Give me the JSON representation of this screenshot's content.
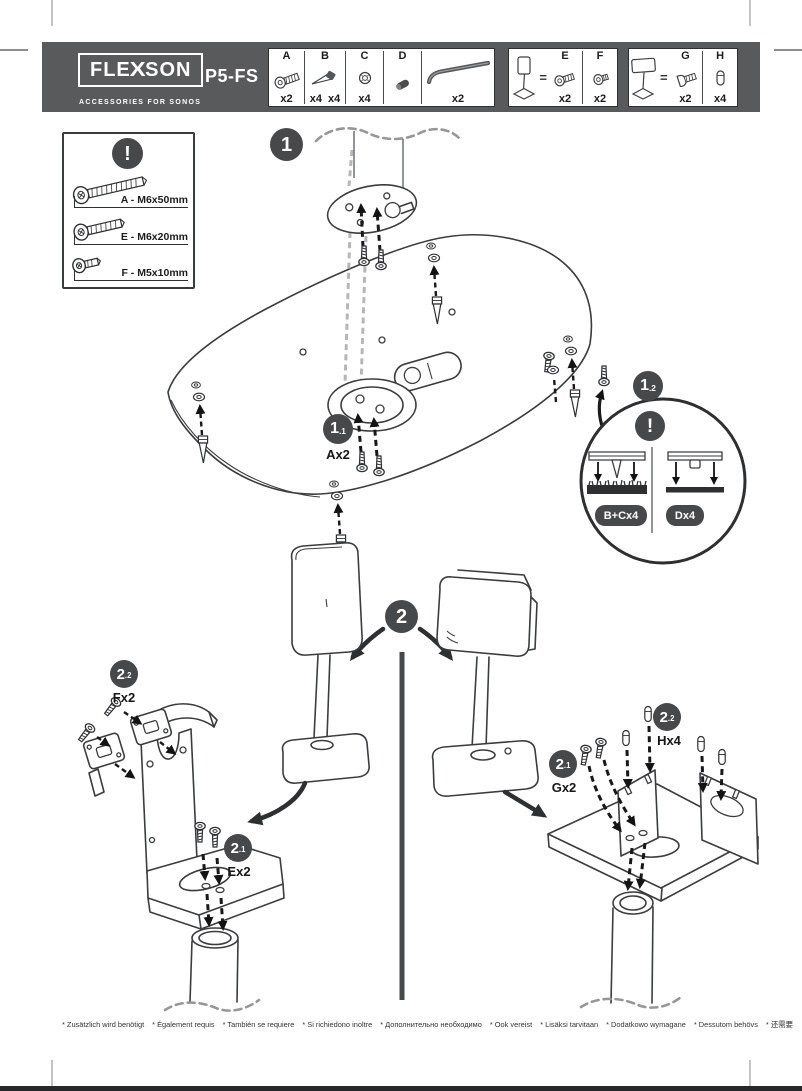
{
  "header": {
    "logo_pre": "FLE",
    "logo_x": "X",
    "logo_post": "SON",
    "tagline": "ACCESSORIES FOR SONOS",
    "model": "P5-FS",
    "kit1": {
      "a_label": "A",
      "a_count": "x2",
      "b_label": "B",
      "b_count1": "x4",
      "b_count2": "x4",
      "c_label": "C",
      "c_count": "x4",
      "d_label": "D",
      "key_count": "x2"
    },
    "kit2": {
      "equals": "=",
      "e_label": "E",
      "e_count": "x2",
      "f_label": "F",
      "f_count": "x2"
    },
    "kit3": {
      "equals": "=",
      "g_label": "G",
      "g_count": "x2",
      "h_label": "H",
      "h_count": "x4"
    }
  },
  "hardware_note": {
    "alert": "!",
    "rows": [
      {
        "label": "A - M6x50mm"
      },
      {
        "label": "E - M6x20mm"
      },
      {
        "label": "F - M5x10mm"
      }
    ]
  },
  "step1": {
    "badge": "1",
    "s11_num": "1",
    "s11_sub": ".1",
    "s11_qty": "Ax2",
    "s12_num": "1",
    "s12_sub": ".2",
    "alert": "!",
    "pill_carpet": "B+Cx4",
    "pill_hard": "Dx4"
  },
  "step2": {
    "badge": "2",
    "left_s22_num": "2",
    "left_s22_sub": ".2",
    "left_s22_qty": "Fx2",
    "left_s21_num": "2",
    "left_s21_sub": ".1",
    "left_s21_qty": "Ex2",
    "right_s21_num": "2",
    "right_s21_sub": ".1",
    "right_s21_qty": "Gx2",
    "right_s22_num": "2",
    "right_s22_sub": ".2",
    "right_s22_qty": "Hx4"
  },
  "footnotes": [
    "* Zusätzlich wird benötigt",
    "* Également requis",
    "* También se requiere",
    "* Si richiedono inoltre",
    "* Дополнительно необходимо",
    "* Ook vereist",
    "* Lisäksi tarvitaan",
    "* Dodatkowo wymagane",
    "* Dessutom behövs",
    "* 还需要"
  ],
  "colors": {
    "bar": "#595a5c",
    "badge": "#47484a",
    "line": "#3b3c3e"
  }
}
